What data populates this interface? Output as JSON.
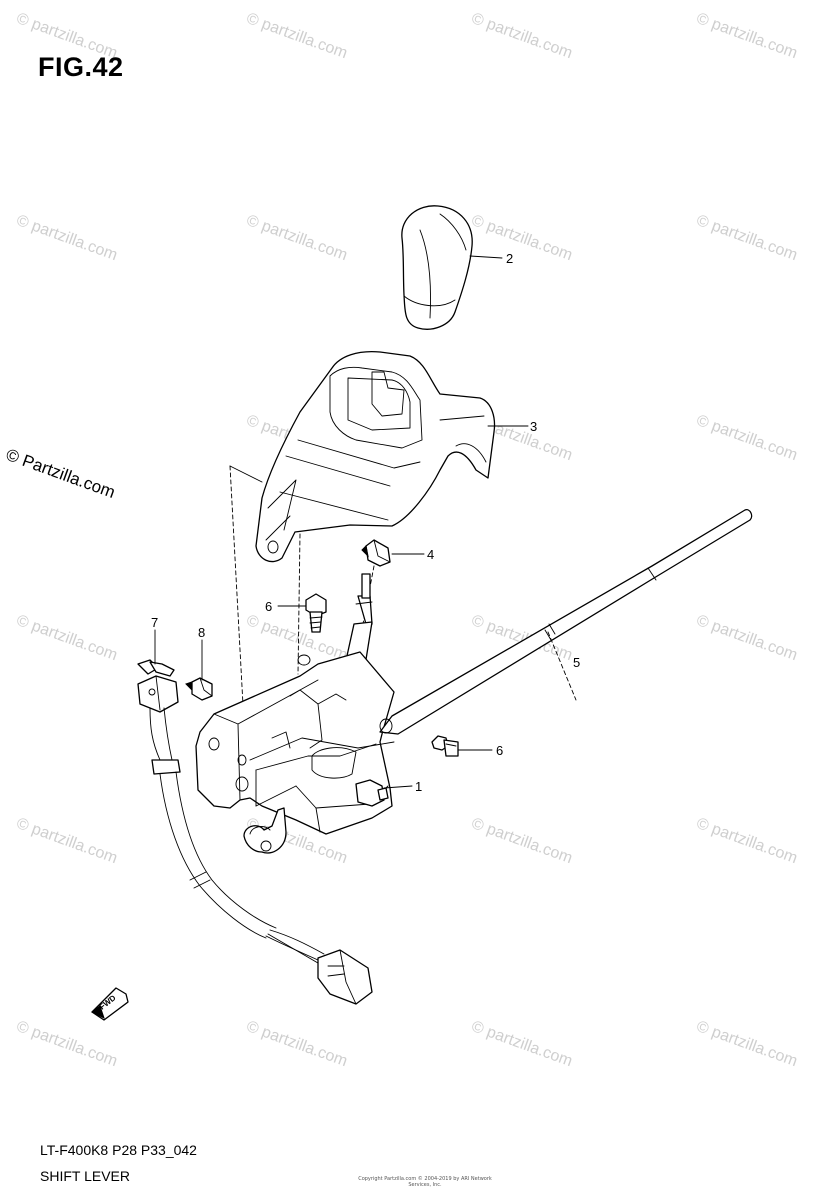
{
  "figure": {
    "title": "FIG.42",
    "model_code": "LT-F400K8 P28 P33_042",
    "name": "SHIFT LEVER",
    "side_mark": "© Partzilla.com",
    "watermark": "© partzilla.com",
    "tiny_copyright": "Copyright Partzilla.com © 2004-2019 by ARI Network Services, Inc."
  },
  "callouts": [
    {
      "number": "1",
      "part": "shift lever assembly"
    },
    {
      "number": "2",
      "part": "knob"
    },
    {
      "number": "3",
      "part": "cover"
    },
    {
      "number": "4",
      "part": "bolt"
    },
    {
      "number": "5",
      "part": "cable"
    },
    {
      "number": "6",
      "part": "bolt"
    },
    {
      "number": "6",
      "part": "bolt"
    },
    {
      "number": "7",
      "part": "switch"
    },
    {
      "number": "8",
      "part": "screw"
    }
  ],
  "fwd_label": "FWD",
  "colors": {
    "line": "#000000",
    "watermark": "#cfcfcf",
    "background": "#ffffff"
  }
}
